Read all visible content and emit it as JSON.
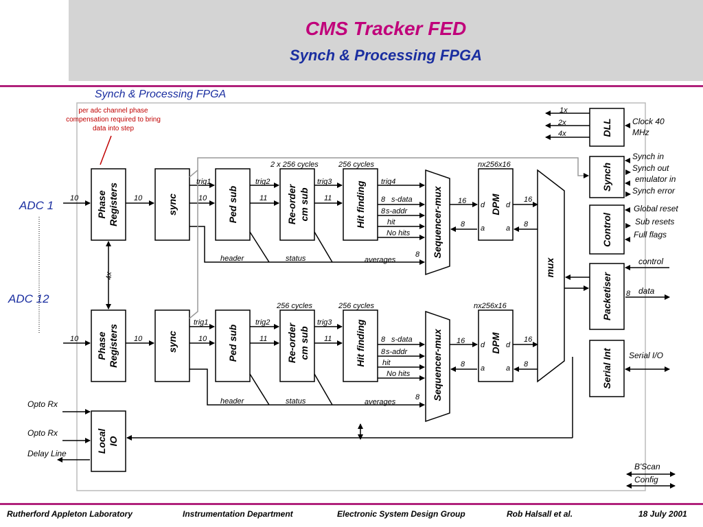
{
  "header": {
    "title": "CMS Tracker FED",
    "subtitle": "Synch & Processing FPGA"
  },
  "diagram": {
    "section_label": "Synch & Processing FPGA",
    "note": [
      "per adc channel phase",
      "compensation required to bring",
      "data  into step"
    ],
    "adc1": "ADC 1",
    "adc12": "ADC 12",
    "phase_reg": [
      "Phase",
      "Registers"
    ],
    "sync": "sync",
    "ped_sub": "Ped sub",
    "reorder": [
      "Re-order",
      "cm sub"
    ],
    "hit_finding": "Hit finding",
    "seq_mux": "Sequencer-mux",
    "dpm": "DPM",
    "mux": "mux",
    "dll": "DLL",
    "synch": "Synch",
    "control": "Control",
    "packetiser": "Packetiser",
    "serial_int": "Serial Int",
    "local_io": [
      "Local",
      "IO"
    ],
    "w10": "10",
    "w11": "11",
    "w16": "16",
    "w8": "8",
    "x4": "4x",
    "trig1": "trig1",
    "trig2": "trig2",
    "trig3": "trig3",
    "trig4": "trig4",
    "cycles_2x256": "2 x 256 cycles",
    "cycles_256": "256 cycles",
    "nx256x16": "nx256x16",
    "s_data": "s-data",
    "s_addr": "s-addr",
    "hit": "hit",
    "no_hits": "No hits",
    "header_lbl": "header",
    "status_lbl": "status",
    "averages": "averages",
    "d": "d",
    "a": "a",
    "clk_1x": "1x",
    "clk_2x": "2x",
    "clk_4x": "4x",
    "clock40": [
      "Clock 40",
      "MHz"
    ],
    "synch_in": "Synch in",
    "synch_out": "Synch out",
    "emulator_in": "emulator in",
    "synch_error": "Synch error",
    "global_reset": "Global reset",
    "sub_resets": "Sub resets",
    "full_flags": "Full flags",
    "control_lbl": "control",
    "data_lbl": "data",
    "serial_io": "Serial I/O",
    "opto_rx": "Opto Rx",
    "delay_line": "Delay Line",
    "bscan": "B'Scan",
    "config": "Config"
  },
  "footer": {
    "lab": "Rutherford Appleton Laboratory",
    "dept": "Instrumentation Department",
    "group": "Electronic System Design Group",
    "author": "Rob Halsall et al.",
    "date": "18 July 2001"
  }
}
